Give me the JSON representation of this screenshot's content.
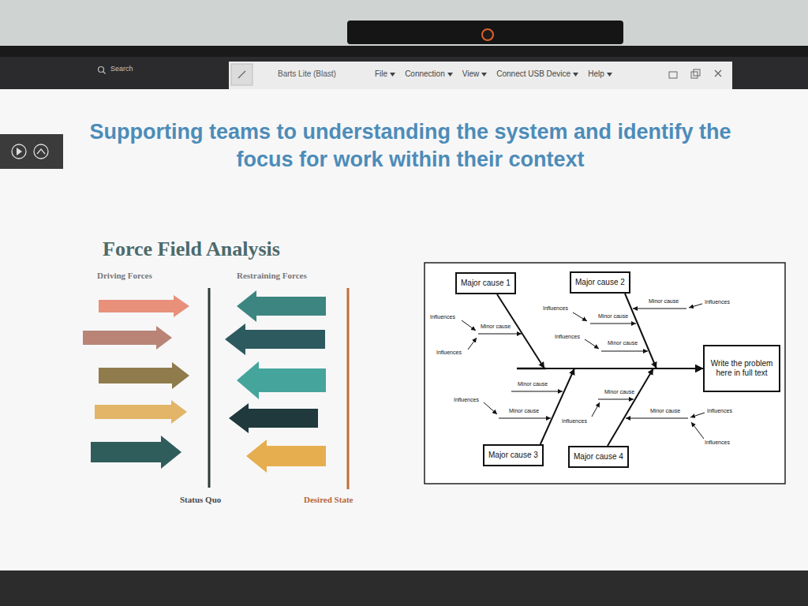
{
  "diagram": {
    "title": "Supporting teams to understanding the system and identify the focus for work within their context",
    "nodes": [
      {
        "text": [
          "Major cause 1"
        ]
      },
      {
        "text": [
          "Major cause 2"
        ]
      },
      {
        "text": [
          "Write the problem here in full text"
        ]
      },
      {
        "text": [
          "Major cause 3"
        ]
      },
      {
        "text": [
          "Major cause 4"
        ]
      }
    ],
    "edges": [
      {
        "from": 0,
        "to": 2,
        "arrow": "to"
      },
      {
        "from": 1,
        "to": 2,
        "arrow": "to"
      },
      {
        "from": 3,
        "to": 2,
        "arrow": "to"
      },
      {
        "from": 4,
        "to": 2,
        "arrow": "to"
      }
    ],
    "labels": [
      "Search",
      "Barts Lite (Blast)",
      "File",
      "Connection",
      "View",
      "Connect USB Device",
      "Help",
      "Force Field Analysis",
      "Driving Forces",
      "Restraining Forces",
      "Status Quo",
      "Desired State",
      "Minor cause",
      "Influences",
      "Influences",
      "Influences",
      "Minor cause",
      "Minor cause",
      "Influences",
      "Minor cause",
      "Influences",
      "Minor cause",
      "Minor cause",
      "Influences",
      "Minor cause",
      "Minor cause",
      "Influences",
      "Influences",
      "Influences"
    ]
  }
}
